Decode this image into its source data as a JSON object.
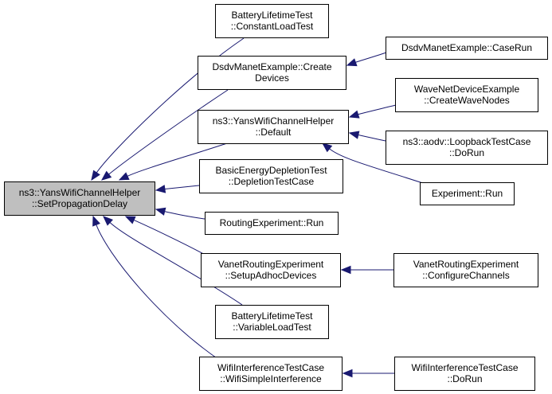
{
  "colors": {
    "background": "#ffffff",
    "node_fill": "#ffffff",
    "focus_node_fill": "#bfbfbf",
    "node_border": "#000000",
    "edge": "#191970",
    "text": "#000000"
  },
  "graph": {
    "nodes": [
      {
        "id": "set_propagation_delay",
        "focus": true,
        "lines": [
          "ns3::YansWifiChannelHelper",
          "::SetPropagationDelay"
        ]
      },
      {
        "id": "battery_constant_load",
        "lines": [
          "BatteryLifetimeTest",
          "::ConstantLoadTest"
        ]
      },
      {
        "id": "dsdv_create_devices",
        "lines": [
          "DsdvManetExample::Create",
          "Devices"
        ]
      },
      {
        "id": "dsdv_case_run",
        "lines": [
          "DsdvManetExample::CaseRun"
        ]
      },
      {
        "id": "yans_default",
        "lines": [
          "ns3::YansWifiChannelHelper",
          "::Default"
        ]
      },
      {
        "id": "wave_create_nodes",
        "lines": [
          "WaveNetDeviceExample",
          "::CreateWaveNodes"
        ]
      },
      {
        "id": "aodv_loopback_run",
        "lines": [
          "ns3::aodv::LoopbackTestCase",
          "::DoRun"
        ]
      },
      {
        "id": "experiment_run",
        "lines": [
          "Experiment::Run"
        ]
      },
      {
        "id": "basic_energy_depletion",
        "lines": [
          "BasicEnergyDepletionTest",
          "::DepletionTestCase"
        ]
      },
      {
        "id": "routing_experiment_run",
        "lines": [
          "RoutingExperiment::Run"
        ]
      },
      {
        "id": "vanet_setup_adhoc",
        "lines": [
          "VanetRoutingExperiment",
          "::SetupAdhocDevices"
        ]
      },
      {
        "id": "vanet_configure_channels",
        "lines": [
          "VanetRoutingExperiment",
          "::ConfigureChannels"
        ]
      },
      {
        "id": "battery_variable_load",
        "lines": [
          "BatteryLifetimeTest",
          "::VariableLoadTest"
        ]
      },
      {
        "id": "wifi_simple_interference",
        "lines": [
          "WifiInterferenceTestCase",
          "::WifiSimpleInterference"
        ]
      },
      {
        "id": "wifi_interference_run",
        "lines": [
          "WifiInterferenceTestCase",
          "::DoRun"
        ]
      }
    ],
    "edges": [
      {
        "from": "battery_constant_load",
        "to": "set_propagation_delay"
      },
      {
        "from": "dsdv_create_devices",
        "to": "set_propagation_delay"
      },
      {
        "from": "yans_default",
        "to": "set_propagation_delay"
      },
      {
        "from": "basic_energy_depletion",
        "to": "set_propagation_delay"
      },
      {
        "from": "routing_experiment_run",
        "to": "set_propagation_delay"
      },
      {
        "from": "vanet_setup_adhoc",
        "to": "set_propagation_delay"
      },
      {
        "from": "battery_variable_load",
        "to": "set_propagation_delay"
      },
      {
        "from": "wifi_simple_interference",
        "to": "set_propagation_delay"
      },
      {
        "from": "dsdv_case_run",
        "to": "dsdv_create_devices"
      },
      {
        "from": "wave_create_nodes",
        "to": "yans_default"
      },
      {
        "from": "aodv_loopback_run",
        "to": "yans_default"
      },
      {
        "from": "experiment_run",
        "to": "yans_default"
      },
      {
        "from": "vanet_configure_channels",
        "to": "vanet_setup_adhoc"
      },
      {
        "from": "wifi_interference_run",
        "to": "wifi_simple_interference"
      }
    ]
  }
}
